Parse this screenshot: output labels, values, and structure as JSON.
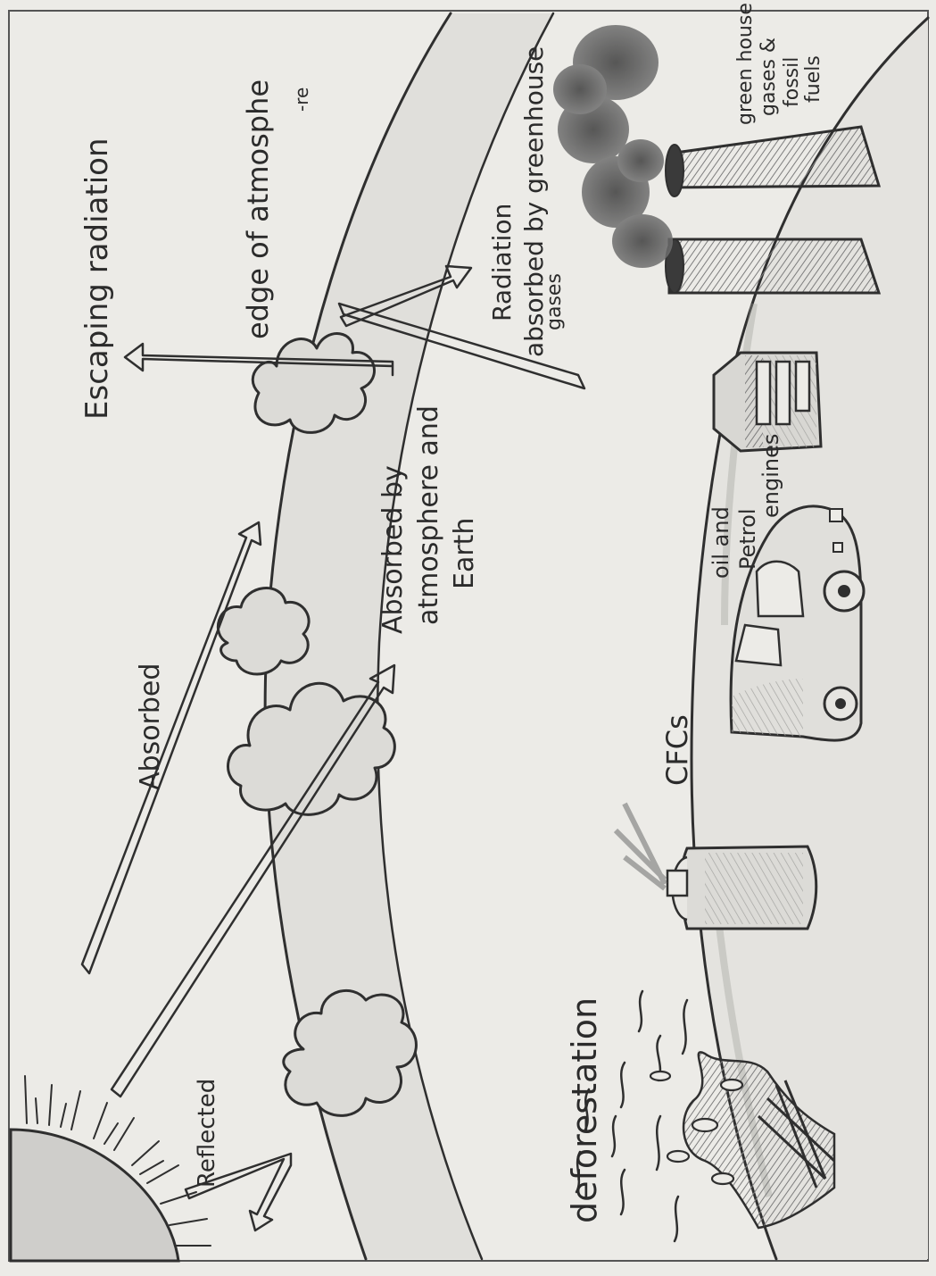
{
  "labels": {
    "escaping_radiation": "Escaping radiation",
    "edge_of_atmosphere": "edge of atmosphe",
    "edge_note": "-re",
    "radiation_absorbed_1": "Radiation",
    "radiation_absorbed_2": "absorbed by greenhouse",
    "radiation_absorbed_3": "gases",
    "absorbed_by_1": "Absorbed by",
    "absorbed_by_2": "atmosphere and",
    "absorbed_by_3": "Earth",
    "absorbed": "Absorbed",
    "reflected": "Reflected",
    "cfcs": "CFCs",
    "oil_1": "oil and",
    "oil_2": "Petrol",
    "oil_3": "engines",
    "ghg_1": "green house",
    "ghg_2": "gases &",
    "ghg_3": "fossil",
    "ghg_4": "fuels",
    "deforestation": "deforestation"
  },
  "colors": {
    "paper": "#ecebe7",
    "pencil": "#2f2f2f",
    "shade": "#8a8a8a",
    "earth_shade": "#cfcfcb",
    "smoke": "#555555"
  },
  "icons": [
    "sun-icon",
    "cloud-icon",
    "smokestack-icon",
    "factory-icon",
    "car-icon",
    "aerosol-can-icon",
    "fire-icon"
  ]
}
